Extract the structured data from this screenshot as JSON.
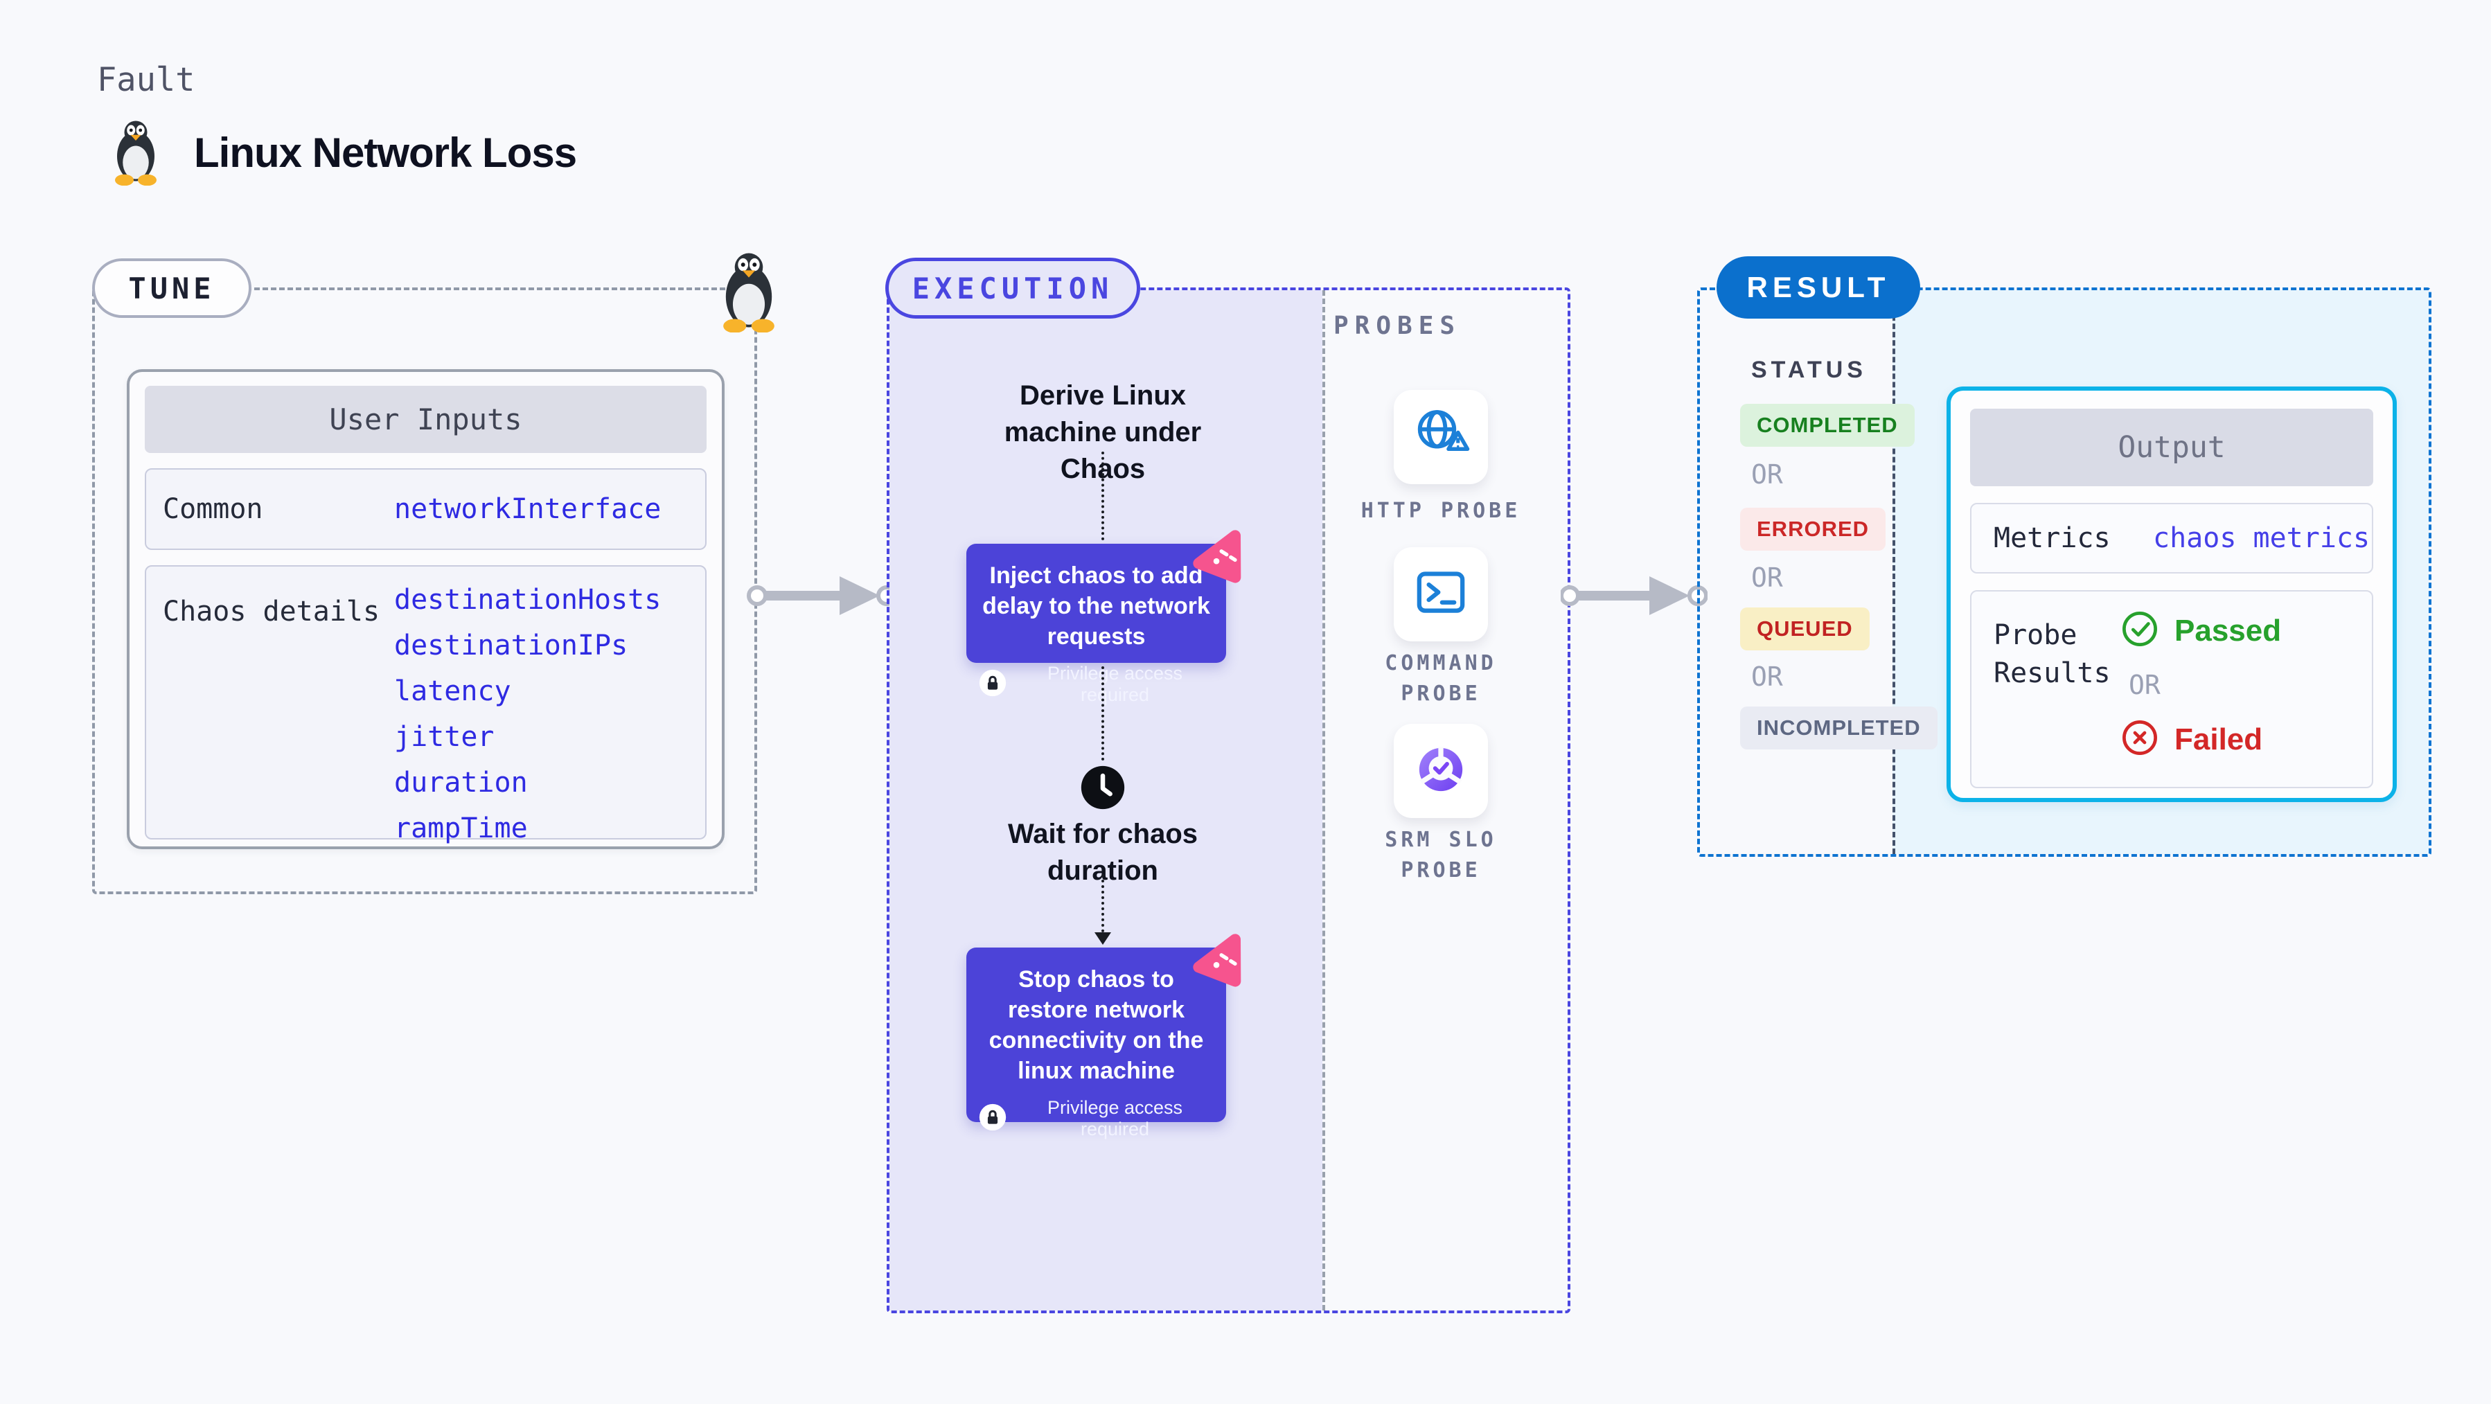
{
  "page": {
    "kind_label": "Fault",
    "title": "Linux Network Loss"
  },
  "tune": {
    "badge": "TUNE",
    "table_title": "User Inputs",
    "rows": [
      {
        "label": "Common",
        "values": [
          "networkInterface"
        ]
      },
      {
        "label": "Chaos details",
        "values": [
          "destinationHosts",
          "destinationIPs",
          "latency",
          "jitter",
          "duration",
          "rampTime"
        ]
      }
    ]
  },
  "execution": {
    "badge": "EXECUTION",
    "derive_step": "Derive Linux machine under Chaos",
    "inject_step": "Inject chaos to add delay to the network requests",
    "wait_step": "Wait for chaos duration",
    "stop_step": "Stop chaos to restore network connectivity on the linux machine",
    "privilege_note": "Privilege access required"
  },
  "probes": {
    "section_label": "PROBES",
    "items": [
      {
        "label": "HTTP PROBE",
        "icon": "globe-alert-icon"
      },
      {
        "label": "COMMAND PROBE",
        "icon": "terminal-icon"
      },
      {
        "label": "SRM SLO PROBE",
        "icon": "slo-donut-check-icon"
      }
    ]
  },
  "result": {
    "badge": "RESULT",
    "status_label": "STATUS",
    "or_label": "OR",
    "statuses": [
      {
        "label": "COMPLETED",
        "type": "success"
      },
      {
        "label": "ERRORED",
        "type": "error"
      },
      {
        "label": "QUEUED",
        "type": "warning"
      },
      {
        "label": "INCOMPLETED",
        "type": "neutral"
      }
    ],
    "output": {
      "title": "Output",
      "metrics_label": "Metrics",
      "metrics_value": "chaos metrics",
      "probe_results_label": "Probe Results",
      "passed_label": "Passed",
      "failed_label": "Failed"
    }
  },
  "colors": {
    "accent_indigo": "#4a46e0",
    "accent_blue": "#0b70cd",
    "accent_cyan": "#0cb2e8",
    "node_indigo": "#4c43d8",
    "chaos_pink": "#f6548e",
    "code_blue": "#2e2ae2",
    "success_green": "#27a12c",
    "error_red": "#d32727",
    "queued_yellow_bg": "#f9efc5",
    "lavender_bg": "#e6e6f9",
    "cyan_bg": "#e8f5fd"
  }
}
